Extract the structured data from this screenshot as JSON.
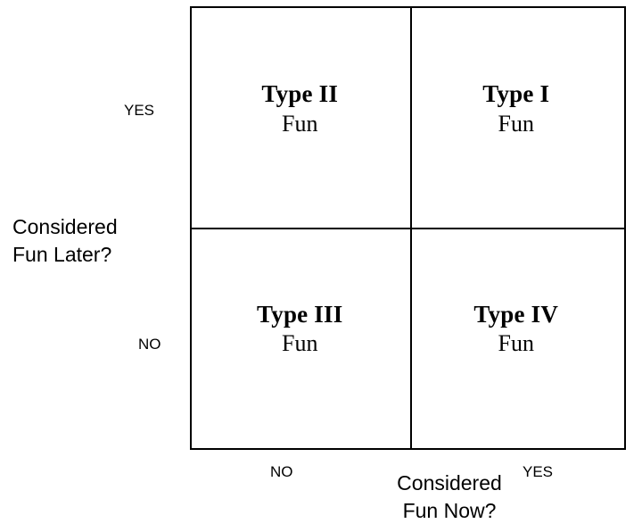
{
  "diagram": {
    "type": "2x2-matrix",
    "y_axis": {
      "title_line1": "Considered",
      "title_line2": "Fun Later?",
      "high_label": "YES",
      "low_label": "NO"
    },
    "x_axis": {
      "title_line1": "Considered",
      "title_line2": "Fun Now?",
      "low_label": "NO",
      "high_label": "YES"
    },
    "quadrants": [
      {
        "id": "q2",
        "title": "Type II",
        "subtitle": "Fun"
      },
      {
        "id": "q1",
        "title": "Type I",
        "subtitle": "Fun"
      },
      {
        "id": "q3",
        "title": "Type III",
        "subtitle": "Fun"
      },
      {
        "id": "q4",
        "title": "Type IV",
        "subtitle": "Fun"
      }
    ],
    "colors": {
      "line": "#000000",
      "text": "#000000",
      "background": "#ffffff"
    }
  }
}
